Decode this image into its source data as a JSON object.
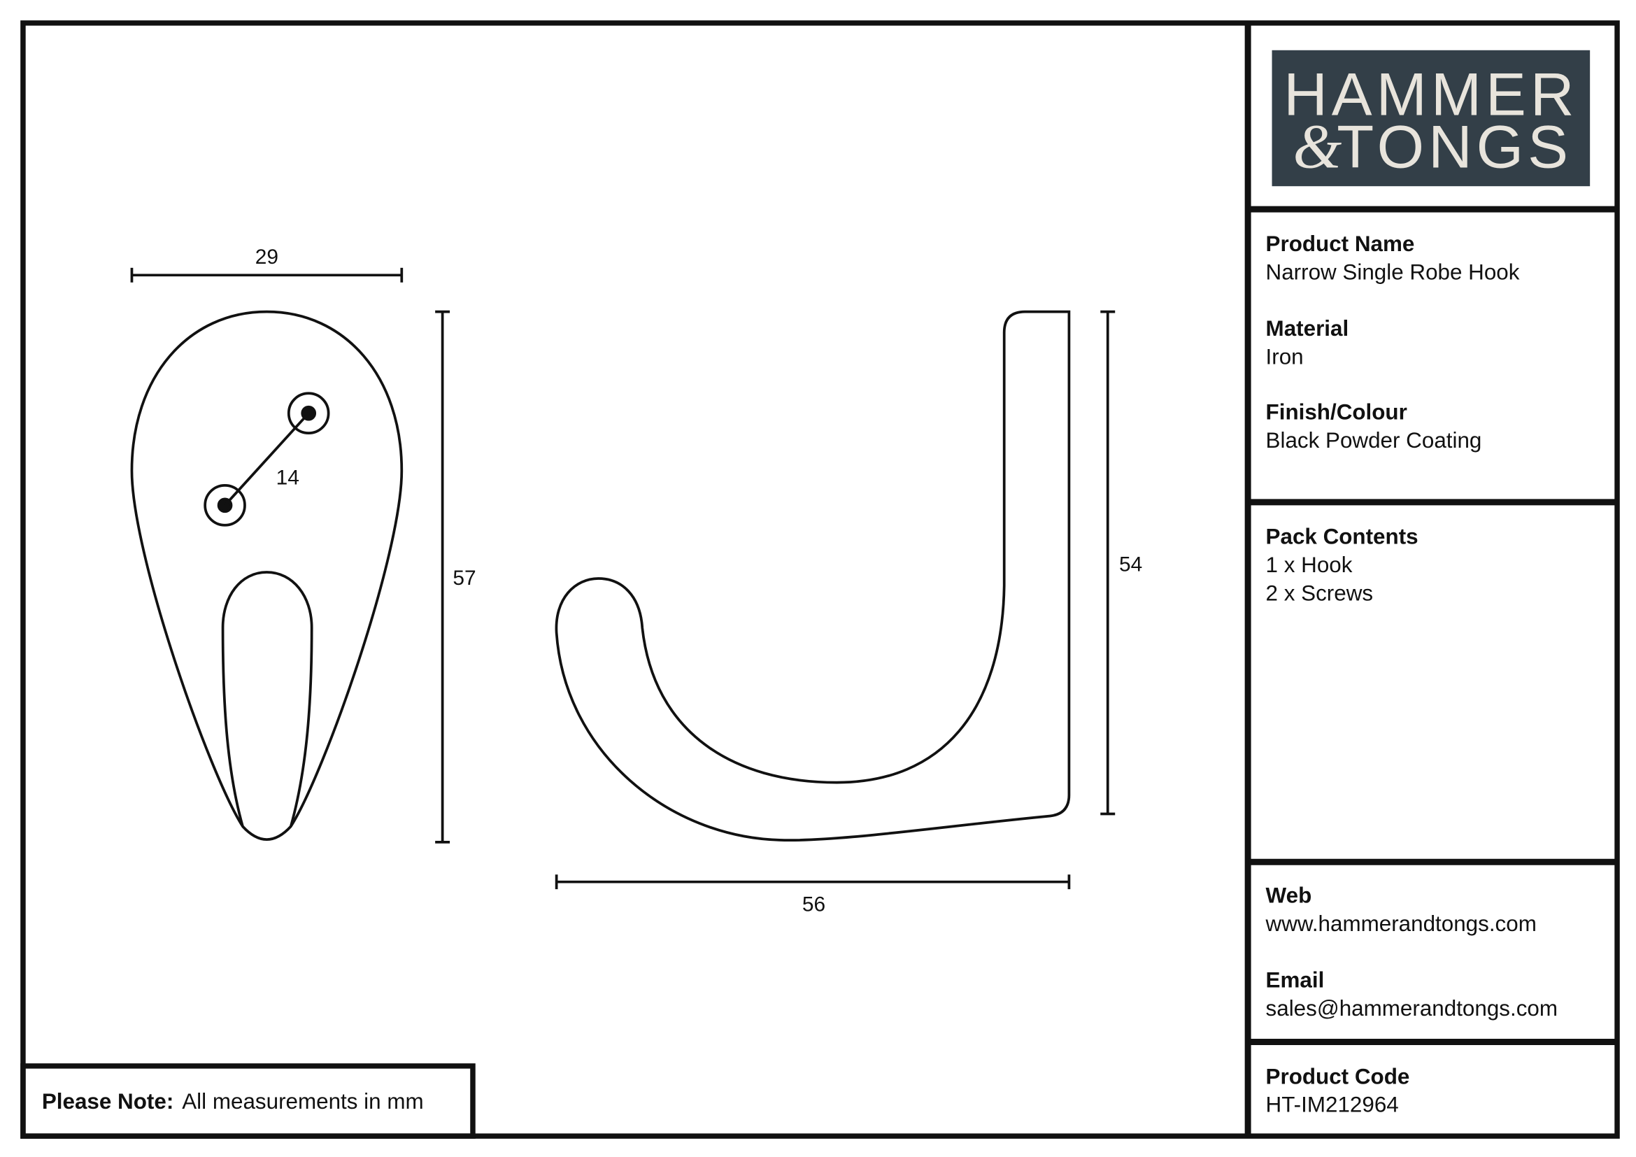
{
  "logo": {
    "line1": "HAMMER",
    "line2": "TONGS",
    "ampersand": "&",
    "bg_color": "#333f48",
    "text_color": "#e8e4dc"
  },
  "specs": {
    "product_name_label": "Product Name",
    "product_name": "Narrow Single Robe Hook",
    "material_label": "Material",
    "material": "Iron",
    "finish_label": "Finish/Colour",
    "finish": "Black Powder Coating",
    "pack_label": "Pack Contents",
    "pack_items": [
      "1 x Hook",
      "2 x Screws"
    ],
    "web_label": "Web",
    "web": "www.hammerandtongs.com",
    "email_label": "Email",
    "email": "sales@hammerandtongs.com",
    "code_label": "Product Code",
    "code": "HT-IM212964"
  },
  "note": {
    "label": "Please Note:",
    "text": "All measurements in mm"
  },
  "dimensions": {
    "front_width": "29",
    "front_height": "57",
    "screw_spacing": "14",
    "side_height": "54",
    "side_depth": "56"
  }
}
